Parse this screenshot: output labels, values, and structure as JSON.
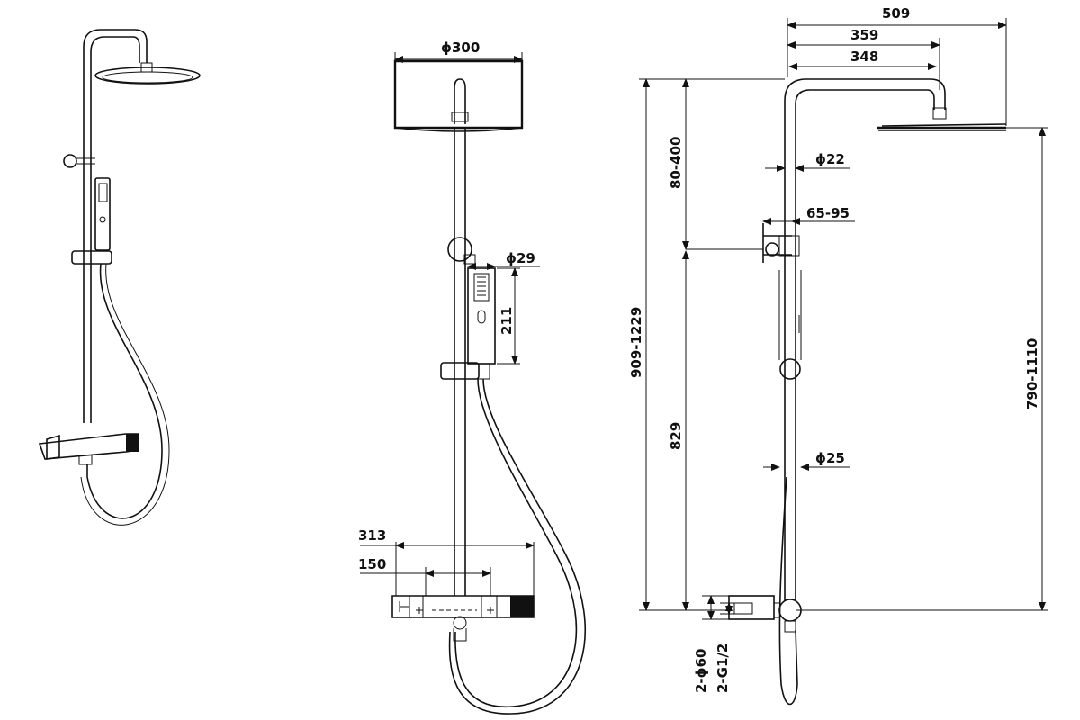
{
  "colors": {
    "line": "#111111",
    "background": "#ffffff"
  },
  "dimensions": {
    "head_width_total": "509",
    "head_arm_359": "359",
    "head_arm_348": "348",
    "head_diameter": "ϕ300",
    "upper_range": "80-400",
    "total_height": "909-1229",
    "lower_height": "829",
    "right_height": "790-1110",
    "arm_diameter": "ϕ22",
    "bracket_range": "65-95",
    "pipe_diameter": "ϕ25",
    "handshower_diameter": "ϕ29",
    "handshower_length": "211",
    "mixer_width": "313",
    "mixer_center": "150",
    "connector_diameter": "2-ϕ60",
    "connector_thread": "2-G1/2"
  }
}
